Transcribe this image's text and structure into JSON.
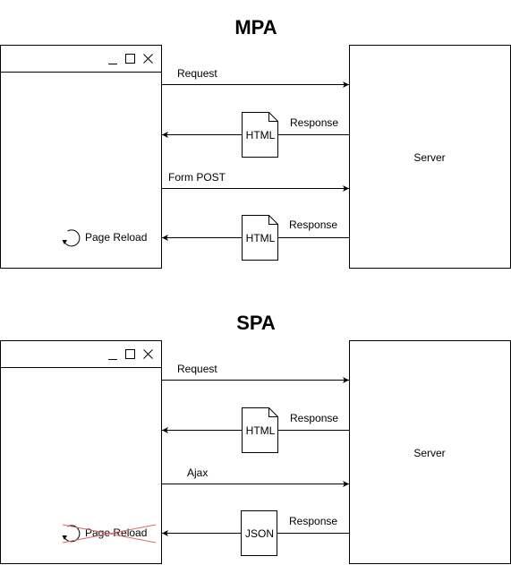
{
  "mpa": {
    "title": "MPA",
    "server_label": "Server",
    "request_label": "Request",
    "response_label_1": "Response",
    "doc_label_1": "HTML",
    "form_post_label": "Form POST",
    "response_label_2": "Response",
    "doc_label_2": "HTML",
    "page_reload_label": "Page Reload"
  },
  "spa": {
    "title": "SPA",
    "server_label": "Server",
    "request_label": "Request",
    "response_label_1": "Response",
    "doc_label_1": "HTML",
    "ajax_label": "Ajax",
    "response_label_2": "Response",
    "doc_label_2": "JSON",
    "page_reload_label": "Page Reload",
    "page_reload_crossed": true
  },
  "colors": {
    "stroke": "#000000",
    "cross": "#e06666"
  }
}
